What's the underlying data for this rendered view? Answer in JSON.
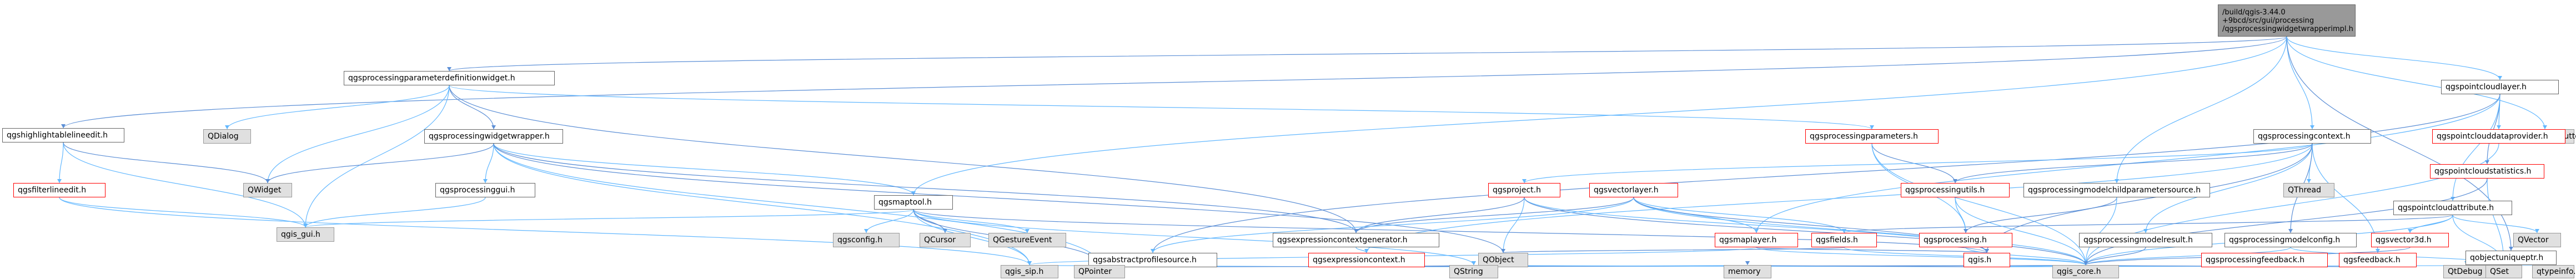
{
  "colors": {
    "edge": "#63b8ff",
    "edge_alt": "#5c8fd6",
    "node_border": "#666666",
    "node_border_warn": "#ff0000",
    "node_ext_fill": "#e0e0e0",
    "root_fill": "#999999"
  },
  "root": {
    "line1": "/build/qgis-3.44.0",
    "line2": "+9bcd/src/gui/processing",
    "line3": "/qgsprocessingwidgetwrapperimpl.h"
  },
  "nodes": {
    "qgsprocessingparameterdefinitionwidget": "qgsprocessingparameterdefinitionwidget.h",
    "qgspointcloudlayer": "qgspointcloudlayer.h",
    "qabstractbutton": "QAbstractButton",
    "qgshighlightablelineedit": "qgshighlightablelineedit.h",
    "qdialog": "QDialog",
    "qgsprocessingwidgetwrapper": "qgsprocessingwidgetwrapper.h",
    "qgsprocessingparameters": "qgsprocessingparameters.h",
    "qgsprocessingcontext": "qgsprocessingcontext.h",
    "qgspointclouddataprovider": "qgspointclouddataprovider.h",
    "qgspointcloudstatistics": "qgspointcloudstatistics.h",
    "qgsfilterlineedit": "qgsfilterlineedit.h",
    "qwidget": "QWidget",
    "qgsprocessinggui": "qgsprocessinggui.h",
    "qgsproject": "qgsproject.h",
    "qgsvectorlayer": "qgsvectorlayer.h",
    "qgsprocessingutils": "qgsprocessingutils.h",
    "qgsprocessingmodelchildparametersource": "qgsprocessingmodelchildparametersource.h",
    "qthread": "QThread",
    "qgspointcloudattribute": "qgspointcloudattribute.h",
    "qgsfeedback": "qgsfeedback.h",
    "qgsgui": "qgis_gui.h",
    "qgsmaptool": "qgsmaptool.h",
    "qgsconfig": "qgsconfig.h",
    "qcursor": "QCursor",
    "qgestureevent": "QGestureEvent",
    "qgsexpressioncontextgenerator": "qgsexpressioncontextgenerator.h",
    "qgsmaplayer": "qgsmaplayer.h",
    "qgsfields": "qgsfields.h",
    "qgsprocessing": "qgsprocessing.h",
    "qgsprocessingmodelresult": "qgsprocessingmodelresult.h",
    "qgsprocessingmodelconfig": "qgsprocessingmodelconfig.h",
    "qgsvector3d": "qgsvector3d.h",
    "qvector": "QVector",
    "qobjectuniqueptr": "qobjectuniqueptr.h",
    "qobject": "QObject",
    "qgsabstractprofilesource": "qgsabstractprofilesource.h",
    "qgsexpressioncontext": "qgsexpressioncontext.h",
    "qgis": "qgis.h",
    "qgsprocessingfeedback": "qgsprocessingfeedback.h",
    "qpointer": "QPointer",
    "memory": "memory",
    "qset": "QSet",
    "qtypeinfo": "qtypeinfo.h",
    "qtdebug": "QtDebug",
    "qgsgisgui": "qgis_sip.h",
    "qstring": "QString",
    "qgscore": "qgis_core.h"
  }
}
